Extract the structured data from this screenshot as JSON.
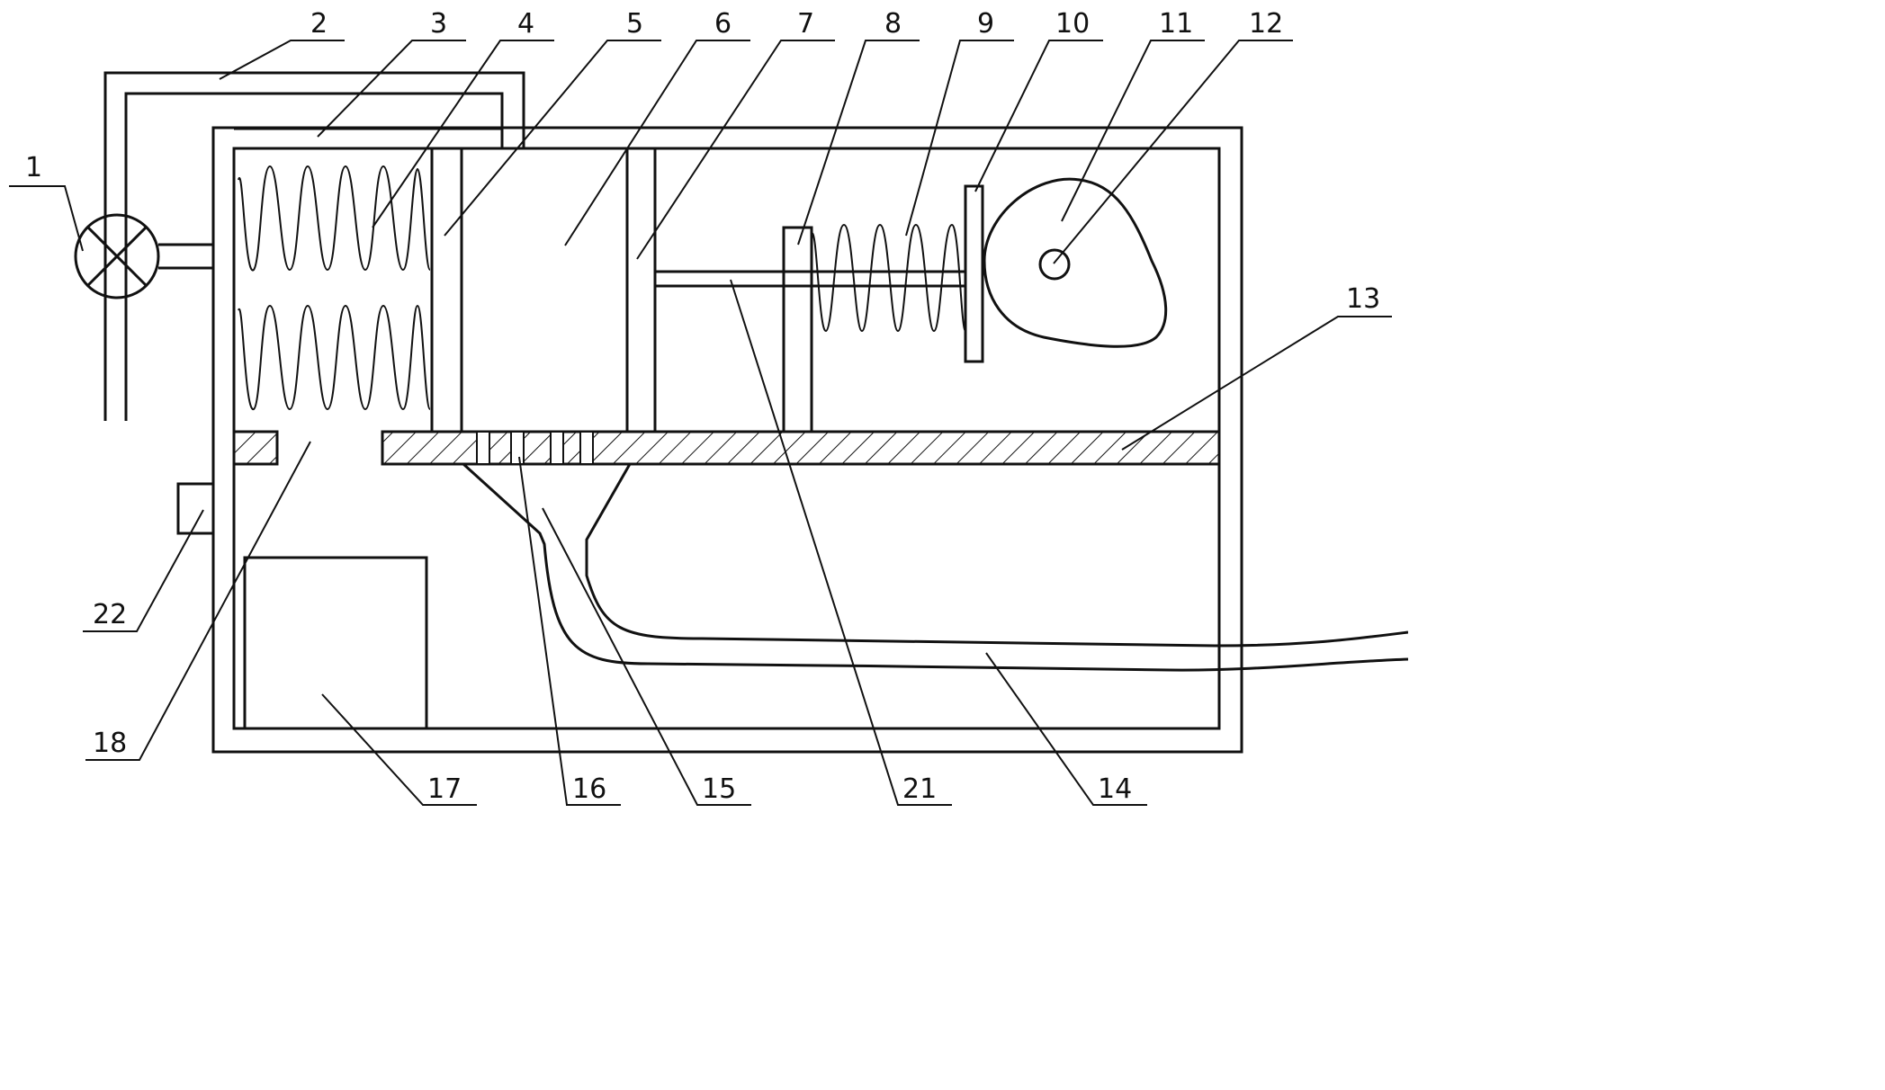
{
  "labels": {
    "1": "1",
    "2": "2",
    "3": "3",
    "4": "4",
    "5": "5",
    "6": "6",
    "7": "7",
    "8": "8",
    "9": "9",
    "10": "10",
    "11": "11",
    "12": "12",
    "13": "13",
    "14": "14",
    "15": "15",
    "16": "16",
    "17": "17",
    "18": "18",
    "21": "21",
    "22": "22"
  }
}
